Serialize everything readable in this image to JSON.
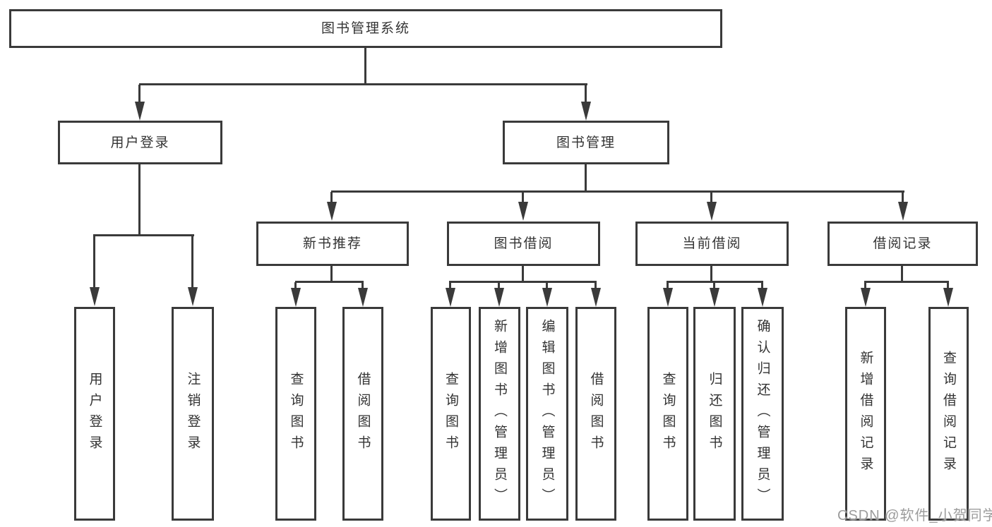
{
  "nodes": {
    "root": {
      "label": "图书管理系统"
    },
    "level2": [
      {
        "id": "user-login",
        "label": "用户登录"
      },
      {
        "id": "book-management",
        "label": "图书管理"
      }
    ],
    "level3": [
      {
        "id": "new-book-recommend",
        "label": "新书推荐"
      },
      {
        "id": "book-borrowing",
        "label": "图书借阅"
      },
      {
        "id": "current-borrowing",
        "label": "当前借阅"
      },
      {
        "id": "borrowing-records",
        "label": "借阅记录"
      }
    ],
    "leaves": [
      {
        "id": "user-login-action",
        "label": "用户登录"
      },
      {
        "id": "logout-action",
        "label": "注销登录"
      },
      {
        "id": "nbr-query-books",
        "label": "查询图书"
      },
      {
        "id": "nbr-borrow-books",
        "label": "借阅图书"
      },
      {
        "id": "bb-query-books",
        "label": "查询图书"
      },
      {
        "id": "bb-add-books-admin",
        "label": "新增图书（管理员）"
      },
      {
        "id": "bb-edit-books-admin",
        "label": "编辑图书（管理员）"
      },
      {
        "id": "bb-borrow-books",
        "label": "借阅图书"
      },
      {
        "id": "cb-query-books",
        "label": "查询图书"
      },
      {
        "id": "cb-return-books",
        "label": "归还图书"
      },
      {
        "id": "cb-confirm-return-admin",
        "label": "确认归还（管理员）"
      },
      {
        "id": "br-add-record",
        "label": "新增借阅记录"
      },
      {
        "id": "br-query-record",
        "label": "查询借阅记录"
      }
    ]
  },
  "watermark": {
    "text": "CSDN @软件_小贺同学"
  },
  "colors": {
    "line": "#3a3a3a",
    "text": "#333333",
    "watermark": "#9c9c9c",
    "background": "#ffffff"
  }
}
